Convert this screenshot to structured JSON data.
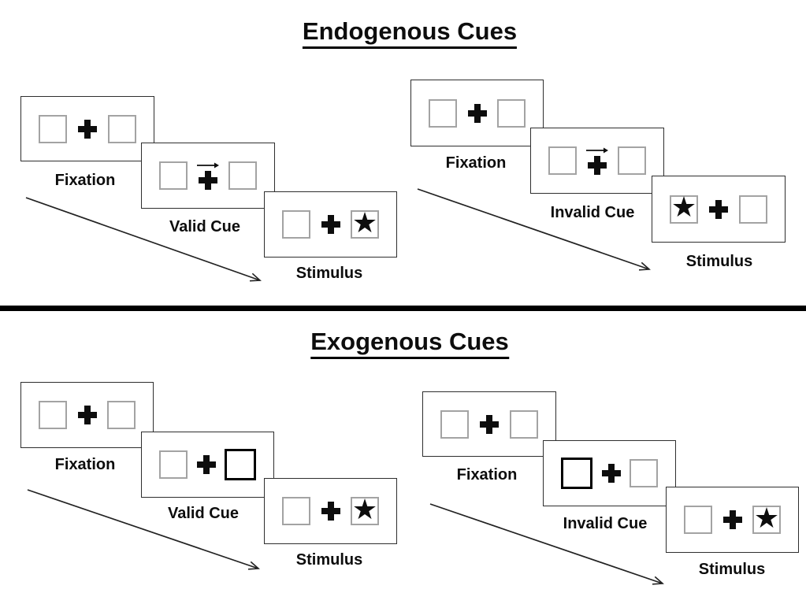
{
  "glyphs": {
    "star": "★"
  },
  "colors": {
    "background": "#ffffff",
    "panel_border": "#2e2e2e",
    "placeholder_box_border": "#a3a3a3",
    "cue_box_border": "#000000",
    "ink": "#0d0d0d",
    "divider": "#000000"
  },
  "sections": [
    {
      "title": "Endogenous Cues",
      "cue_type": "central-arrow",
      "sequences": [
        {
          "name": "valid",
          "panels": [
            {
              "label": "Fixation"
            },
            {
              "label": "Valid Cue"
            },
            {
              "label": "Stimulus"
            }
          ],
          "stimulus_side": "right",
          "cued_side": "right"
        },
        {
          "name": "invalid",
          "panels": [
            {
              "label": "Fixation"
            },
            {
              "label": "Invalid Cue"
            },
            {
              "label": "Stimulus"
            }
          ],
          "stimulus_side": "left",
          "cued_side": "right"
        }
      ]
    },
    {
      "title": "Exogenous Cues",
      "cue_type": "peripheral-box-highlight",
      "sequences": [
        {
          "name": "valid",
          "panels": [
            {
              "label": "Fixation"
            },
            {
              "label": "Valid Cue"
            },
            {
              "label": "Stimulus"
            }
          ],
          "stimulus_side": "right",
          "cued_side": "right"
        },
        {
          "name": "invalid",
          "panels": [
            {
              "label": "Fixation"
            },
            {
              "label": "Invalid Cue"
            },
            {
              "label": "Stimulus"
            }
          ],
          "stimulus_side": "right",
          "cued_side": "left"
        }
      ]
    }
  ]
}
